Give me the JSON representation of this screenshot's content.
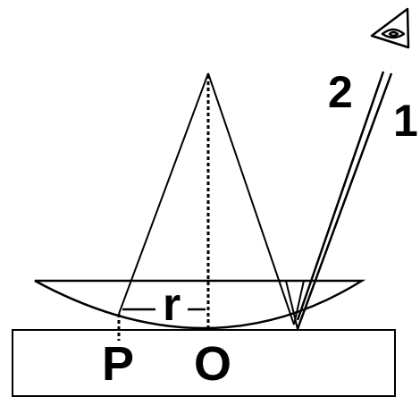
{
  "labels": {
    "point_p": "P",
    "point_o": "O",
    "radius": "r",
    "ray_1": "1",
    "ray_2": "2"
  },
  "colors": {
    "stroke": "#000000",
    "background": "#ffffff"
  },
  "icons": {
    "observer": "eye-icon"
  }
}
